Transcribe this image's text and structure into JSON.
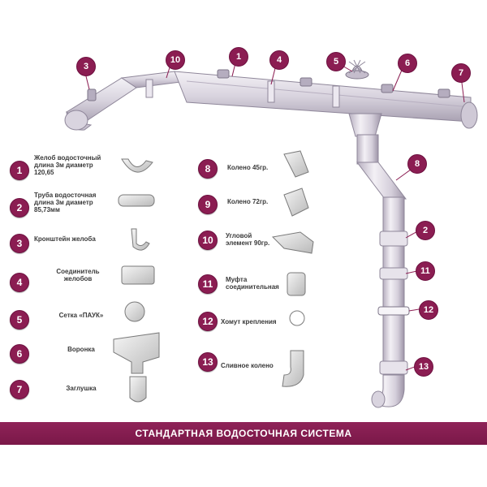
{
  "title": "СТАНДАРТНАЯ ВОДОСТОЧНАЯ СИСТЕМА",
  "accent": "#8b1d52",
  "parts": [
    {
      "num": "1",
      "label": "Желоб водосточный длина 3м диаметр 120,65"
    },
    {
      "num": "2",
      "label": "Труба водосточная длина 3м диаметр 85,73мм"
    },
    {
      "num": "3",
      "label": "Кронштейн желоба"
    },
    {
      "num": "4",
      "label": "Соединитель желобов"
    },
    {
      "num": "5",
      "label": "Сетка «ПАУК»"
    },
    {
      "num": "6",
      "label": "Воронка"
    },
    {
      "num": "7",
      "label": "Заглушка"
    },
    {
      "num": "8",
      "label": "Колено 45гр."
    },
    {
      "num": "9",
      "label": "Колено 72гр."
    },
    {
      "num": "10",
      "label": "Угловой элемент 90гр."
    },
    {
      "num": "11",
      "label": "Муфта соединительная"
    },
    {
      "num": "12",
      "label": "Хомут крепления"
    },
    {
      "num": "13",
      "label": "Сливное колено"
    }
  ],
  "callouts": [
    "3",
    "10",
    "1",
    "4",
    "5",
    "6",
    "7",
    "8",
    "2",
    "11",
    "12",
    "13"
  ]
}
